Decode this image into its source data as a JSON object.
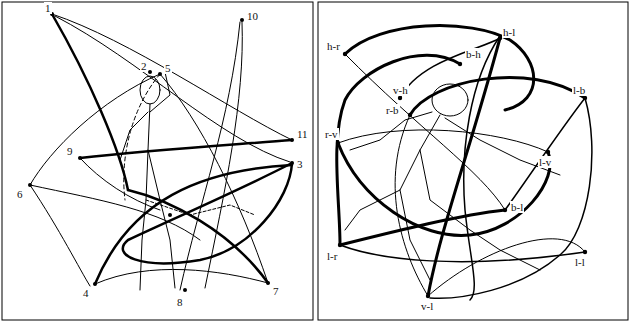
{
  "diagram": {
    "labels": [
      "1",
      "5",
      "2",
      "10",
      "9",
      "11",
      "3",
      "6",
      "4",
      "8",
      "7",
      "h-r",
      "b-h",
      "h-l",
      "v-h",
      "r-b",
      "l-b",
      "r-v",
      "l-v",
      "b-l",
      "l-r",
      "l-l",
      "v-l"
    ]
  }
}
